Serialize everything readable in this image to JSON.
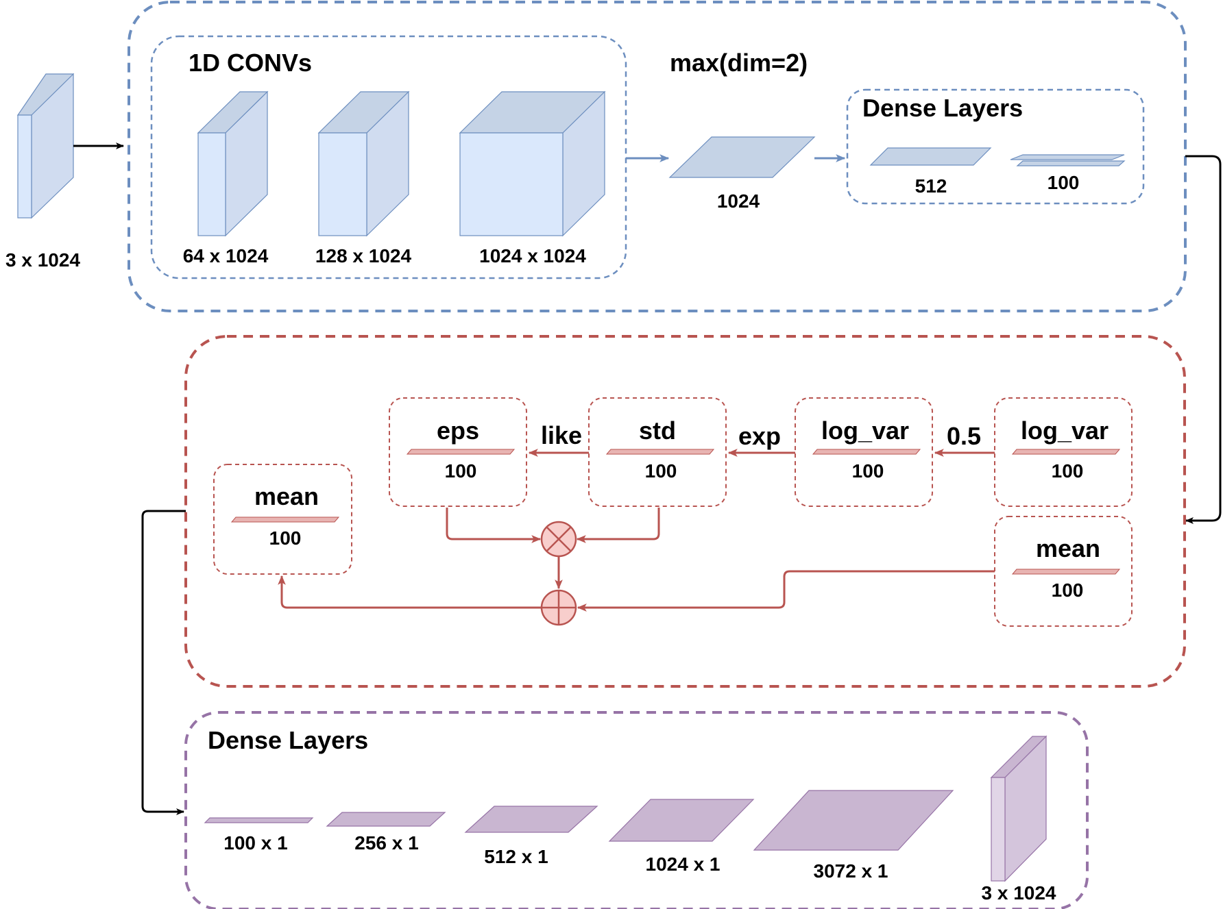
{
  "colors": {
    "encoder": "#6c8ebf",
    "encoder_fill": "#dae8fc",
    "sampler": "#b85450",
    "sampler_fill": "#f8cecc",
    "decoder": "#9673a6",
    "decoder_fill": "#e1d5e7",
    "connector": "#000000"
  },
  "encoder": {
    "input_label": "3 x 1024",
    "conv_group_title": "1D CONVs",
    "conv_layers": [
      {
        "label": "64 x 1024"
      },
      {
        "label": "128 x 1024"
      },
      {
        "label": "1024 x 1024"
      }
    ],
    "pool_title": "max(dim=2)",
    "pool_label": "1024",
    "dense_group_title": "Dense Layers",
    "dense_layers": [
      {
        "label": "512"
      },
      {
        "label": "100"
      }
    ]
  },
  "sampler": {
    "nodes": {
      "eps": {
        "title": "eps",
        "size": "100"
      },
      "std": {
        "title": "std",
        "size": "100"
      },
      "log_var_out": {
        "title": "log_var",
        "size": "100"
      },
      "log_var_in": {
        "title": "log_var",
        "size": "100"
      },
      "mean_in": {
        "title": "mean",
        "size": "100"
      },
      "mean_out": {
        "title": "mean",
        "size": "100"
      }
    },
    "edge_labels": {
      "like": "like",
      "exp": "exp",
      "half": "0.5"
    },
    "operators": [
      "multiply-icon",
      "add-icon"
    ]
  },
  "decoder": {
    "group_title": "Dense Layers",
    "layers": [
      {
        "label": "100 x 1"
      },
      {
        "label": "256 x 1"
      },
      {
        "label": "512 x 1"
      },
      {
        "label": "1024 x 1"
      },
      {
        "label": "3072 x 1"
      }
    ],
    "output_label": "3 x 1024"
  }
}
